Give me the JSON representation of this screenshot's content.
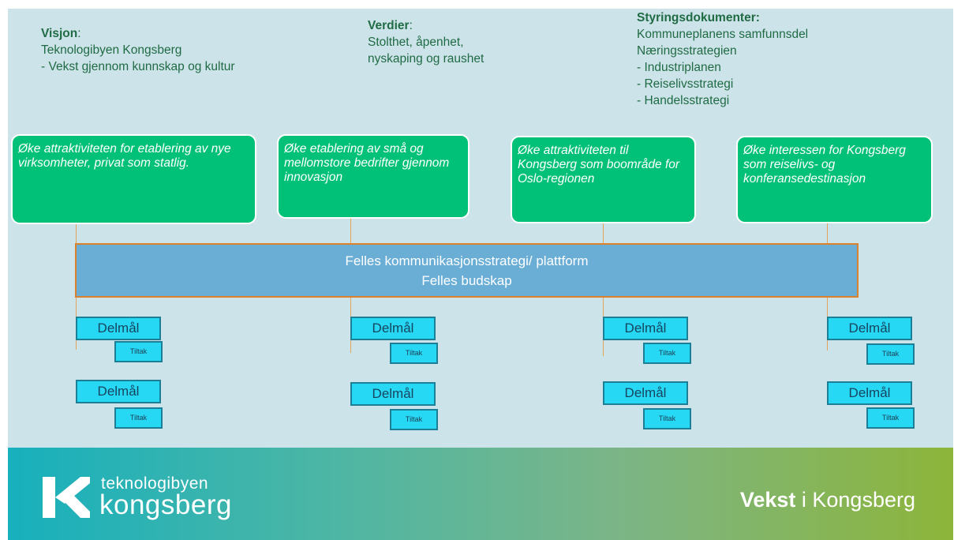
{
  "header": {
    "visjon": {
      "label": "Visjon",
      "line1": "Teknologibyen Kongsberg",
      "line2": "- Vekst gjennom kunnskap og kultur"
    },
    "verdier": {
      "label": "Verdier",
      "line1": "Stolthet, åpenhet,",
      "line2": "nyskaping og raushet"
    },
    "styring": {
      "label": "Styringsdokumenter:",
      "items": [
        "Kommuneplanens samfunnsdel",
        "Næringsstrategien",
        "- Industriplanen",
        "- Reiselivsstrategi",
        "- Handelsstrategi"
      ]
    }
  },
  "goals": [
    {
      "text": "Øke attraktiviteten for etablering av nye virksomheter, privat som statlig."
    },
    {
      "text": "Øke etablering av små og mellomstore bedrifter gjennom innovasjon"
    },
    {
      "text": "Øke attraktiviteten til Kongsberg som boområde for Oslo-regionen"
    },
    {
      "text": "Øke interessen for Kongsberg som reiselivs- og konferansedestinasjon"
    }
  ],
  "band": {
    "line1": "Felles kommunikasjonsstrategi/ plattform",
    "line2": "Felles budskap"
  },
  "delmal_label": "Delmål",
  "tiltak_label": "Tiltak",
  "footer": {
    "logo_small": "teknologibyen",
    "logo_big": "kongsberg",
    "tagline_bold": "Vekst",
    "tagline_rest": " i Kongsberg"
  },
  "colors": {
    "background": "#cde3ea",
    "goal_box": "#00c177",
    "band": "#6aaed6",
    "band_border": "#d9822b",
    "delmal_box": "#27d8f5",
    "header_text": "#1f6b43"
  }
}
